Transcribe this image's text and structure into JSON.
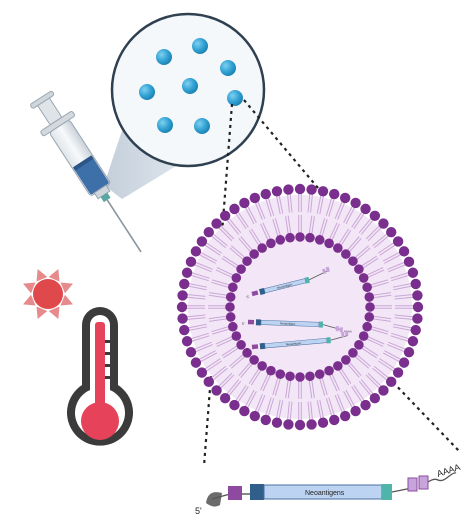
{
  "labels": {
    "five_prime": "5'",
    "poly_a": "AAAA",
    "insert": "Neoantigens",
    "mini_insert": "Neoantigen"
  },
  "colors": {
    "lipid_head": "#7a2f8e",
    "lipid_tail": "#c9a7d6",
    "vesicle_fill": "#f3e6f6",
    "cap": "#6b6b6b",
    "utr_purple": "#8e4a9e",
    "utr_lilac": "#c7a5dc",
    "utr_navy": "#2f5f8a",
    "orf_fill": "#bcd3f2",
    "teal": "#4fb4a9",
    "nanoparticle": "#3ea6d6",
    "zoom_circle": "#2f4050",
    "sun": "#e0494c",
    "thermometer_frame": "#3b3b3b",
    "thermometer_liquid": "#e6435a",
    "syringe_liquid": "#3d6fa8"
  },
  "icons": [
    "syringe-icon",
    "sun-icon",
    "thermometer-icon",
    "lipid-nanoparticle-icon",
    "mrna-strand-icon"
  ]
}
